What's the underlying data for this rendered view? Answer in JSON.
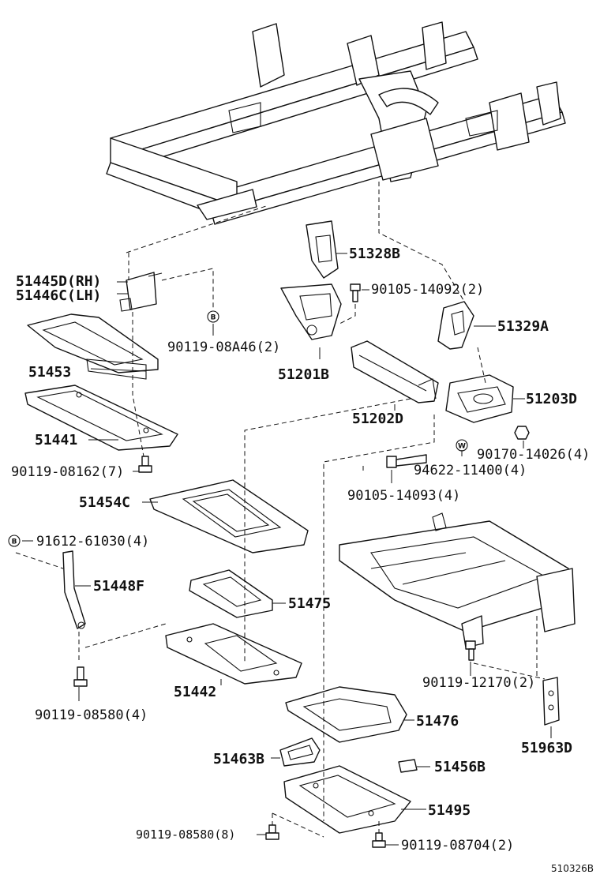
{
  "labels": {
    "p51445d": "51445D(RH)",
    "p51446c": "51446C(LH)",
    "p51328b": "51328B",
    "p90105_14092": "90105-14092(2)",
    "p90119_08a46": "90119-08A46(2)",
    "p51329a": "51329A",
    "p51201b": "51201B",
    "p51453": "51453",
    "p51203d": "51203D",
    "p51202d": "51202D",
    "p51441": "51441",
    "p90170_14026": "90170-14026(4)",
    "p94622_11400": "94622-11400(4)",
    "p90119_08162": "90119-08162(7)",
    "p90105_14093": "90105-14093(4)",
    "p51454c": "51454C",
    "p91612_61030": "91612-61030(4)",
    "p51448f": "51448F",
    "p51475": "51475",
    "p51442": "51442",
    "p90119_12170": "90119-12170(2)",
    "p90119_08580a": "90119-08580(4)",
    "p51476": "51476",
    "p51963d": "51963D",
    "p51463b": "51463B",
    "p51456b": "51456B",
    "p51495": "51495",
    "p90119_08580b": "90119-08580(8)",
    "p90119_08704": "90119-08704(2)"
  },
  "symbols": {
    "b": "B",
    "w": "W"
  },
  "figure_code": "510326B"
}
